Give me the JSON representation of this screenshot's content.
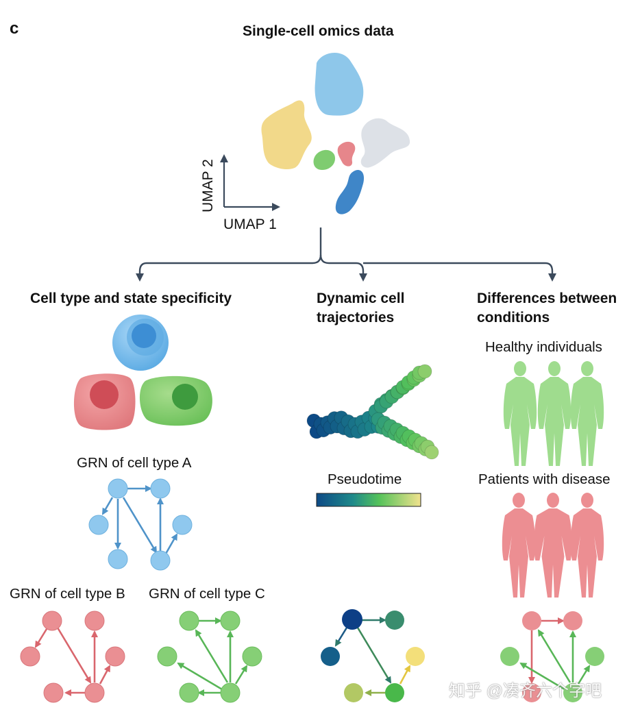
{
  "panel_label": "c",
  "title": "Single-cell omics data",
  "umap": {
    "x_label": "UMAP 1",
    "y_label": "UMAP 2"
  },
  "branches": {
    "left": {
      "title": "Cell type and state specificity"
    },
    "middle": {
      "title_line1": "Dynamic cell",
      "title_line2": "trajectories"
    },
    "right": {
      "title_line1": "Differences between",
      "title_line2": "conditions"
    }
  },
  "grn_labels": {
    "a": "GRN of cell type A",
    "b": "GRN of cell type B",
    "c": "GRN of cell type C"
  },
  "pseudotime_label": "Pseudotime",
  "conditions": {
    "healthy": "Healthy individuals",
    "patients": "Patients with disease"
  },
  "watermark": "知乎 @凑齐六个字吧",
  "colors": {
    "blue": "#7cbde8",
    "red": "#e2787e",
    "green": "#6cc36a",
    "yellow": "#f2d98a",
    "gray": "#dde1e7",
    "darkblue": "#3f86c8",
    "arrow": "#3b4a5c"
  },
  "icons": [
    "cell-icon",
    "human-figure-icon",
    "network-graph-icon",
    "trajectory-icon"
  ]
}
